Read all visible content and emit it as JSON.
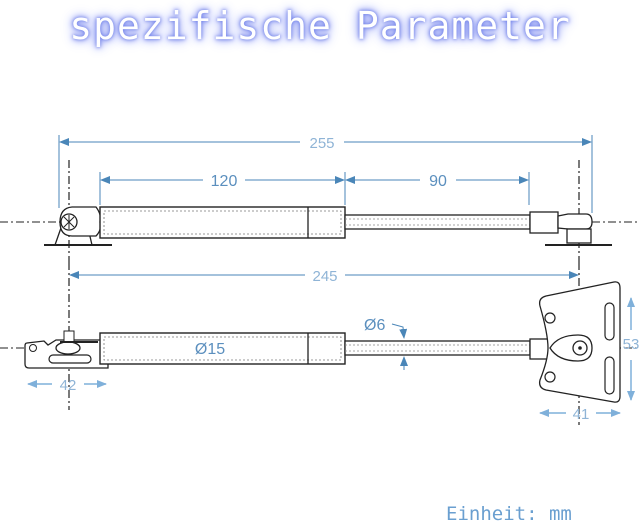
{
  "title": "spezifische Parameter",
  "unit_label": "Einheit: mm",
  "colors": {
    "dimension_line": "#4a86b8",
    "dimension_text": "#5b8fbe",
    "outline": "#222222",
    "title_glow": "#7d8cf0"
  },
  "dimensions": {
    "overall_length_extended": "255",
    "body_length": "120",
    "stroke": "90",
    "eye_to_eye_length": "245",
    "body_diameter": "Ø15",
    "rod_diameter": "Ø6",
    "left_bracket_width": "42",
    "right_bracket_width": "41",
    "right_bracket_height": "53"
  },
  "views": [
    {
      "name": "side-view",
      "description": "Gas spring side view with pivot brackets"
    },
    {
      "name": "top-view",
      "description": "Gas spring top view with mounting plates"
    }
  ]
}
